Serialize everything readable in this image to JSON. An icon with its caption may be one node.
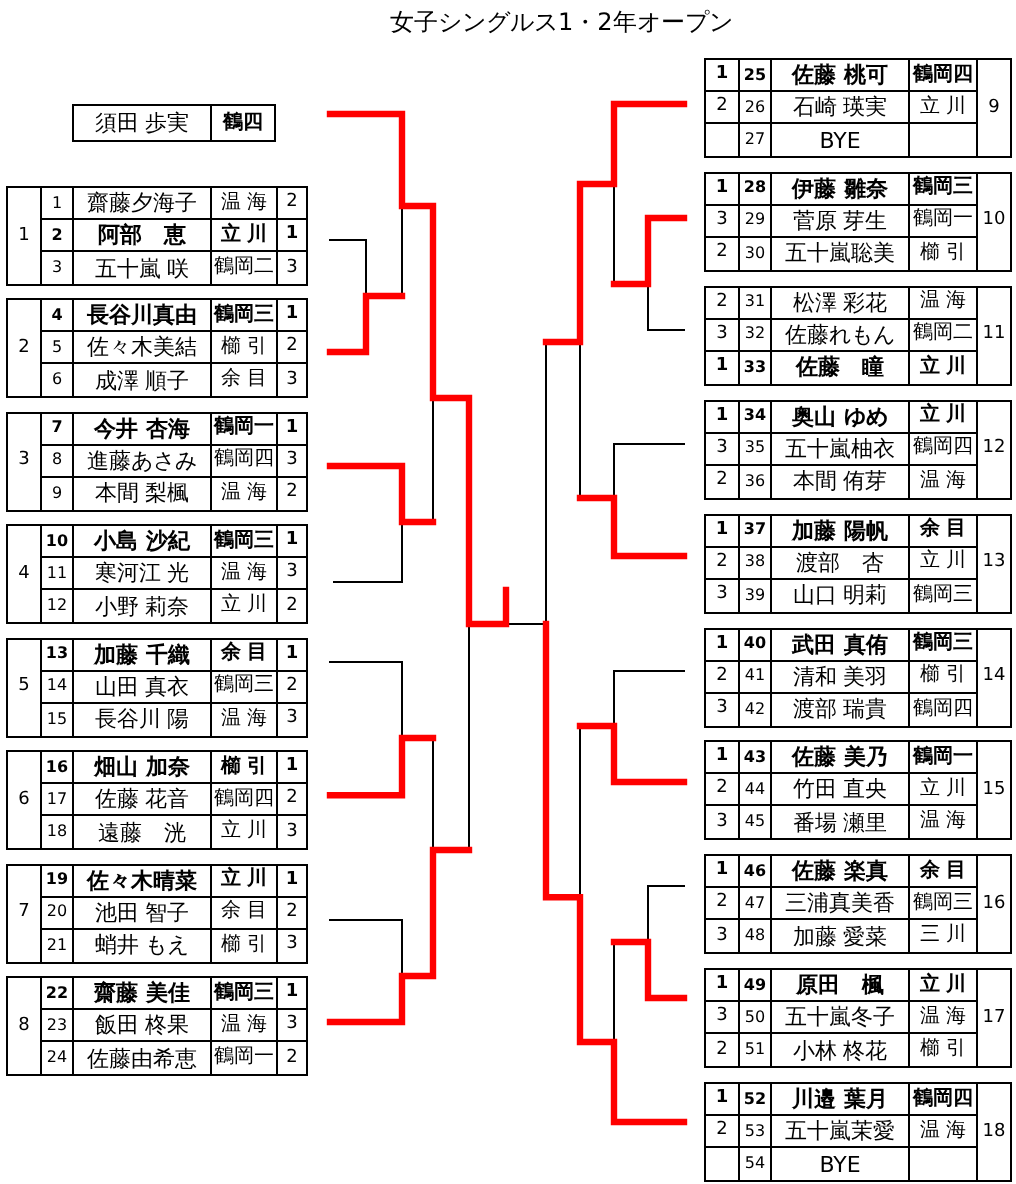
{
  "diagram": {
    "title": "女子シングルス1・2年オープン",
    "nodes": [
      {
        "text": [
          "須田 歩実",
          "鶴四"
        ]
      },
      {
        "text": [
          "1"
        ]
      },
      {
        "text": [
          "1",
          "齋藤夕海子",
          "温 海",
          "2"
        ],
        "in": 1
      },
      {
        "text": [
          "2",
          "阿部　恵",
          "立 川",
          "1"
        ],
        "in": 1
      },
      {
        "text": [
          "3",
          "五十嵐 咲",
          "鶴岡二",
          "3"
        ],
        "in": 1
      },
      {
        "text": [
          "2"
        ]
      },
      {
        "text": [
          "4",
          "長谷川真由",
          "鶴岡三",
          "1"
        ],
        "in": 5
      },
      {
        "text": [
          "5",
          "佐々木美結",
          "櫛 引",
          "2"
        ],
        "in": 5
      },
      {
        "text": [
          "6",
          "成澤 順子",
          "余 目",
          "3"
        ],
        "in": 5
      },
      {
        "text": [
          "3"
        ]
      },
      {
        "text": [
          "7",
          "今井 杏海",
          "鶴岡一",
          "1"
        ],
        "in": 9
      },
      {
        "text": [
          "8",
          "進藤あさみ",
          "鶴岡四",
          "3"
        ],
        "in": 9
      },
      {
        "text": [
          "9",
          "本間 梨楓",
          "温 海",
          "2"
        ],
        "in": 9
      },
      {
        "text": [
          "4"
        ]
      },
      {
        "text": [
          "10",
          "小島 沙紀",
          "鶴岡三",
          "1"
        ],
        "in": 13
      },
      {
        "text": [
          "11",
          "寒河江 光",
          "温 海",
          "3"
        ],
        "in": 13
      },
      {
        "text": [
          "12",
          "小野 莉奈",
          "立 川",
          "2"
        ],
        "in": 13
      },
      {
        "text": [
          "5"
        ]
      },
      {
        "text": [
          "13",
          "加藤 千織",
          "余 目",
          "1"
        ],
        "in": 17
      },
      {
        "text": [
          "14",
          "山田 真衣",
          "鶴岡三",
          "2"
        ],
        "in": 17
      },
      {
        "text": [
          "15",
          "長谷川 陽",
          "温 海",
          "3"
        ],
        "in": 17
      },
      {
        "text": [
          "6"
        ]
      },
      {
        "text": [
          "16",
          "畑山 加奈",
          "櫛 引",
          "1"
        ],
        "in": 21
      },
      {
        "text": [
          "17",
          "佐藤 花音",
          "鶴岡四",
          "2"
        ],
        "in": 21
      },
      {
        "text": [
          "18",
          "遠藤　洸",
          "立 川",
          "3"
        ],
        "in": 21
      },
      {
        "text": [
          "7"
        ]
      },
      {
        "text": [
          "19",
          "佐々木晴菜",
          "立 川",
          "1"
        ],
        "in": 25
      },
      {
        "text": [
          "20",
          "池田 智子",
          "余 目",
          "2"
        ],
        "in": 25
      },
      {
        "text": [
          "21",
          "蛸井 もえ",
          "櫛 引",
          "3"
        ],
        "in": 25
      },
      {
        "text": [
          "8"
        ]
      },
      {
        "text": [
          "22",
          "齋藤 美佳",
          "鶴岡三",
          "1"
        ],
        "in": 29
      },
      {
        "text": [
          "23",
          "飯田 柊果",
          "温 海",
          "3"
        ],
        "in": 29
      },
      {
        "text": [
          "24",
          "佐藤由希恵",
          "鶴岡一",
          "2"
        ],
        "in": 29
      },
      {
        "text": [
          "9"
        ]
      },
      {
        "text": [
          "1",
          "25",
          "佐藤 桃可",
          "鶴岡四"
        ],
        "in": 33
      },
      {
        "text": [
          "2",
          "26",
          "石崎 瑛実",
          "立 川"
        ],
        "in": 33
      },
      {
        "text": [
          "27",
          "BYE"
        ],
        "in": 33
      },
      {
        "text": [
          "10"
        ]
      },
      {
        "text": [
          "1",
          "28",
          "伊藤 雛奈",
          "鶴岡三"
        ],
        "in": 37
      },
      {
        "text": [
          "3",
          "29",
          "菅原 芽生",
          "鶴岡一"
        ],
        "in": 37
      },
      {
        "text": [
          "2",
          "30",
          "五十嵐聡美",
          "櫛 引"
        ],
        "in": 37
      },
      {
        "text": [
          "11"
        ]
      },
      {
        "text": [
          "2",
          "31",
          "松澤 彩花",
          "温 海"
        ],
        "in": 41
      },
      {
        "text": [
          "3",
          "32",
          "佐藤れもん",
          "鶴岡二"
        ],
        "in": 41
      },
      {
        "text": [
          "1",
          "33",
          "佐藤　瞳",
          "立 川"
        ],
        "in": 41
      },
      {
        "text": [
          "12"
        ]
      },
      {
        "text": [
          "1",
          "34",
          "奥山 ゆめ",
          "立 川"
        ],
        "in": 45
      },
      {
        "text": [
          "3",
          "35",
          "五十嵐柚衣",
          "鶴岡四"
        ],
        "in": 45
      },
      {
        "text": [
          "2",
          "36",
          "本間 侑芽",
          "温 海"
        ],
        "in": 45
      },
      {
        "text": [
          "13"
        ]
      },
      {
        "text": [
          "1",
          "37",
          "加藤 陽帆",
          "余 目"
        ],
        "in": 49
      },
      {
        "text": [
          "2",
          "38",
          "渡部　杏",
          "立 川"
        ],
        "in": 49
      },
      {
        "text": [
          "3",
          "39",
          "山口 明莉",
          "鶴岡三"
        ],
        "in": 49
      },
      {
        "text": [
          "14"
        ]
      },
      {
        "text": [
          "1",
          "40",
          "武田 真侑",
          "鶴岡三"
        ],
        "in": 53
      },
      {
        "text": [
          "2",
          "41",
          "清和 美羽",
          "櫛 引"
        ],
        "in": 53
      },
      {
        "text": [
          "3",
          "42",
          "渡部 瑞貴",
          "鶴岡四"
        ],
        "in": 53
      },
      {
        "text": [
          "15"
        ]
      },
      {
        "text": [
          "1",
          "43",
          "佐藤 美乃",
          "鶴岡一"
        ],
        "in": 57
      },
      {
        "text": [
          "2",
          "44",
          "竹田 直央",
          "立 川"
        ],
        "in": 57
      },
      {
        "text": [
          "3",
          "45",
          "番場 瀬里",
          "温 海"
        ],
        "in": 57
      },
      {
        "text": [
          "16"
        ]
      },
      {
        "text": [
          "1",
          "46",
          "佐藤 楽真",
          "余 目"
        ],
        "in": 61
      },
      {
        "text": [
          "2",
          "47",
          "三浦真美香",
          "鶴岡三"
        ],
        "in": 61
      },
      {
        "text": [
          "3",
          "48",
          "加藤 愛菜",
          "三 川"
        ],
        "in": 61
      },
      {
        "text": [
          "17"
        ]
      },
      {
        "text": [
          "1",
          "49",
          "原田　楓",
          "立 川"
        ],
        "in": 65
      },
      {
        "text": [
          "3",
          "50",
          "五十嵐冬子",
          "温 海"
        ],
        "in": 65
      },
      {
        "text": [
          "2",
          "51",
          "小林 柊花",
          "櫛 引"
        ],
        "in": 65
      },
      {
        "text": [
          "18"
        ]
      },
      {
        "text": [
          "1",
          "52",
          "川邉 葉月",
          "鶴岡四"
        ],
        "in": 69
      },
      {
        "text": [
          "2",
          "53",
          "五十嵐茉愛",
          "温 海"
        ],
        "in": 69
      },
      {
        "text": [
          "54",
          "BYE"
        ],
        "in": 69
      }
    ]
  }
}
